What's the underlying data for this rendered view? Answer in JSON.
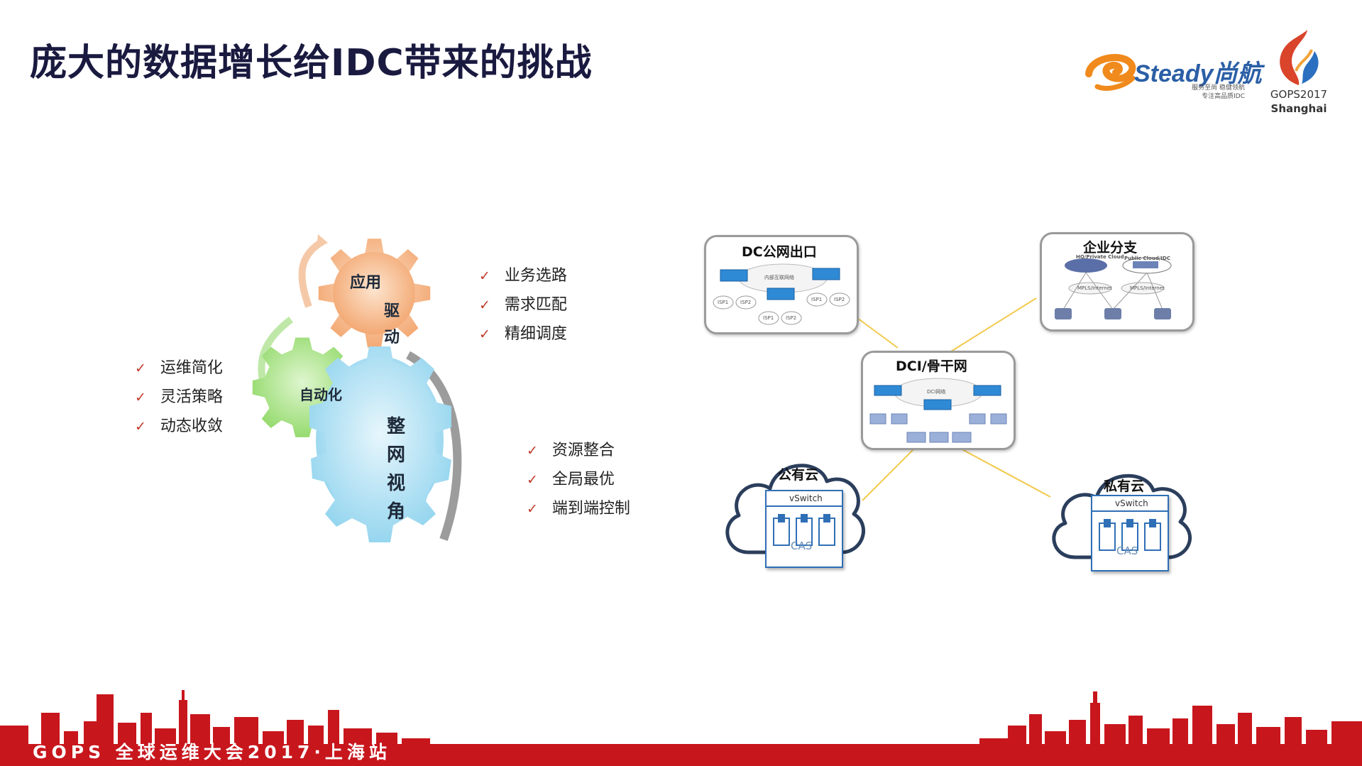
{
  "slide": {
    "title": "庞大的数据增长给IDC带来的挑战"
  },
  "logos": {
    "steady": {
      "word": "Steady尚航",
      "tagline_1": "服务至尚 稳健领航",
      "tagline_2": "专注高品质IDC"
    },
    "gops": {
      "line_1": "GOPS2017",
      "line_2": "Shanghai"
    }
  },
  "gears": {
    "app_driven": [
      "应用",
      "驱",
      "动"
    ],
    "automation": "自动化",
    "whole_network": [
      "整",
      "网",
      "视",
      "角"
    ]
  },
  "bullets": {
    "left": [
      "运维简化",
      "灵活策略",
      "动态收敛"
    ],
    "top_right": [
      "业务选路",
      "需求匹配",
      "精细调度"
    ],
    "bottom_right": [
      "资源整合",
      "全局最优",
      "端到端控制"
    ],
    "check_glyph": "✓"
  },
  "diagram": {
    "dc_exit": {
      "title": "DC公网出口",
      "inner": "内部互联网络",
      "isps": [
        "ISP1",
        "ISP2",
        "ISP1",
        "ISP2",
        "ISP1",
        "ISP2"
      ]
    },
    "enterprise": {
      "title": "企业分支",
      "hq": "HQ/Private Cloud",
      "public": "Public Cloud/IDC",
      "mpls_1": "MPLS/Internet",
      "mpls_2": "MPLS/Internet"
    },
    "dci": {
      "title": "DCI/骨干网",
      "inner": "DCI网络"
    },
    "public_cloud": {
      "title": "公有云",
      "vswitch": "vSwitch",
      "cas": "CAS"
    },
    "private_cloud": {
      "title": "私有云",
      "vswitch": "vSwitch",
      "cas": "CAS"
    }
  },
  "footer": {
    "text": "GOPS 全球运维大会2017·上海站"
  },
  "colors": {
    "title": "#1a1a40",
    "check": "#c0392b",
    "footer_red": "#c8161d",
    "connector": "#f2c94c",
    "switch_blue": "#2f8ad6"
  }
}
